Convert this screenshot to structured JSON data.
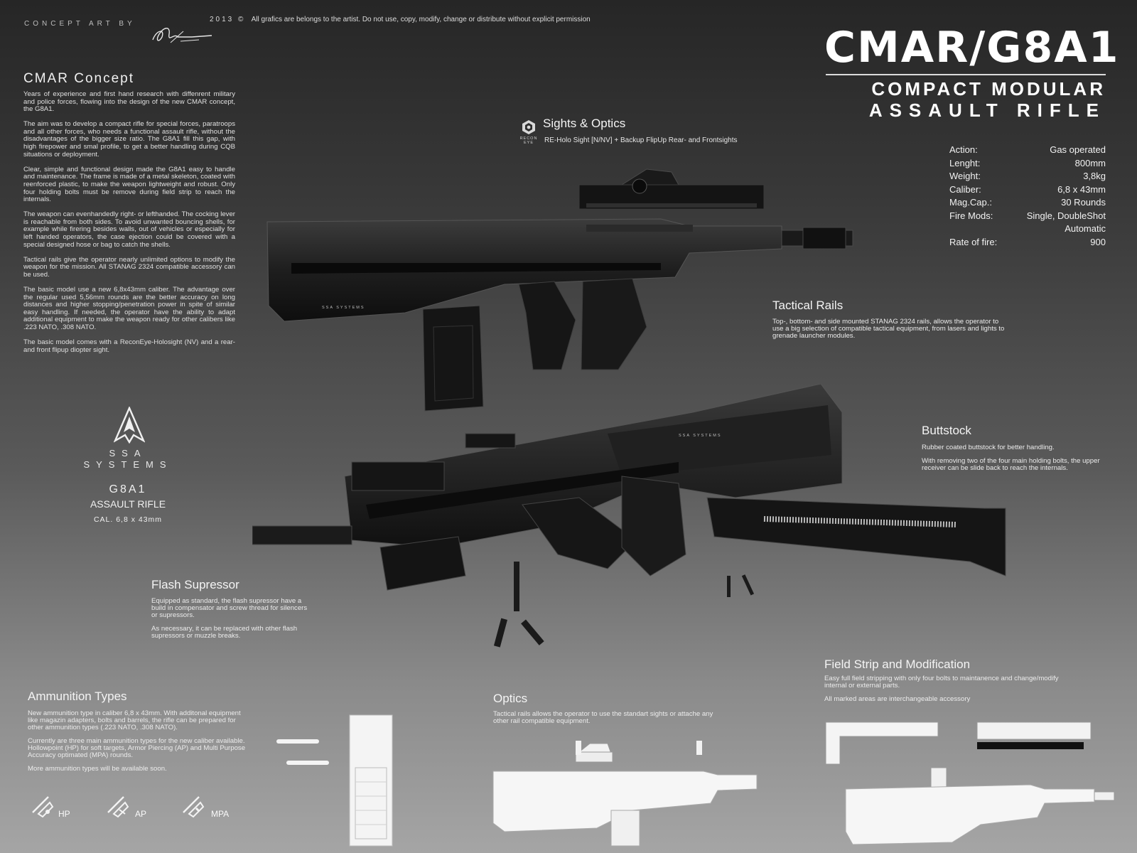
{
  "header": {
    "credit": "CONCEPT ART BY",
    "copyright_year": "2013 ©",
    "copyright_text": "All grafics are  belongs to the artist.  Do not use, copy, modify, change or distribute without explicit permission"
  },
  "title": {
    "main": "CMAR/G8A1",
    "line1": "COMPACT MODULAR",
    "line2": "ASSAULT RIFLE"
  },
  "specs": [
    {
      "label": "Action:",
      "value": "Gas operated"
    },
    {
      "label": "Lenght:",
      "value": "800mm"
    },
    {
      "label": "Weight:",
      "value": "3,8kg"
    },
    {
      "label": "Caliber:",
      "value": "6,8 x 43mm"
    },
    {
      "label": "Mag.Cap.:",
      "value": "30 Rounds"
    },
    {
      "label": "Fire Mods:",
      "value": "Single, DoubleShot"
    },
    {
      "label": "",
      "value": "Automatic"
    },
    {
      "label": "Rate of fire:",
      "value": "900"
    }
  ],
  "concept": {
    "heading": "CMAR Concept",
    "paragraphs": [
      "Years of experience and first hand research with diffenrent military and police forces, flowing into the design of the new CMAR concept, the G8A1.",
      "The aim was to develop  a compact rifle for special forces, paratroops and all other forces, who needs a functional assault rifle, without the disadvantages of the bigger size ratio. The G8A1 fill this gap, with high firepower and smal profile, to get a better handling during CQB situations or deployment.",
      "Clear, simple and functional design made the G8A1 easy to handle and maintenance. The frame is made of a metal skeleton, coated with reenforced plastic, to make the weapon lightweight and robust. Only four holding bolts must be remove during field strip to reach the internals.",
      "The weapon can evenhandedly right- or lefthanded. The cocking lever is reachable from both sides. To avoid unwanted bouncing shells, for example while firering besides walls,  out of vehicles or especially for left handed operators, the case ejection could be covered with a special designed hose or bag to catch the shells.",
      "Tactical rails give the operator nearly unlimited options to modify the weapon for the mission. All STANAG 2324 compatible accessory can be used.",
      "The basic model use a new 6,8x43mm caliber. The advantage over the regular used 5,56mm rounds are the better accuracy on long distances and higher stopping/penetration power in spite of  similar easy handling. If needed, the operator have the ability to adapt additional equipment to make the weapon ready for other calibers like .223 NATO, .308 NATO.",
      "The basic model comes with a ReconEye-Holosight (NV) and a rear- and front flipup diopter sight."
    ]
  },
  "sights": {
    "title": "Sights & Optics",
    "brand_top": "RECON",
    "brand_bottom": "EYE",
    "text": "RE-Holo Sight [N/NV] + Backup  FlipUp Rear- and Frontsights"
  },
  "rails": {
    "title": "Tactical Rails",
    "text": "Top-, bottom- and side mounted STANAG 2324 rails, allows the operator to use a big selection of compatible tactical equipment, from lasers and lights to grenade launcher modules."
  },
  "buttstock": {
    "title": "Buttstock",
    "p1": "Rubber coated buttstock for better handling.",
    "p2": "With removing two of the four main holding bolts, the upper receiver can be slide back to reach the internals."
  },
  "flash": {
    "title": "Flash Supressor",
    "p1": "Equipped as standard, the flash supressor have a build in compensator and screw thread for silencers or supressors.",
    "p2": "As necessary, it can be replaced with other flash supressors or muzzle breaks."
  },
  "brand": {
    "name": "SSA SYSTEMS",
    "model": "G8A1",
    "type": "ASSAULT RIFLE",
    "caliber": "CAL. 6,8 x 43mm"
  },
  "rifle_markings": {
    "logo_text": "SSA SYSTEMS"
  },
  "ammo": {
    "title": "Ammunition Types",
    "paragraphs": [
      "New ammunition type in caliber 6,8 x 43mm. With additonal equipment like magazin adapters, bolts and barrels, the rifle can be prepared for other ammunition types (.223 NATO, .308 NATO).",
      "Currently are three main ammunition types for the new caliber available. Hollowpoint (HP) for soft targets, Armor Piercing (AP) and Multi Purpose Accuracy optimated (MPA) rounds.",
      "More ammunition types will be available soon."
    ],
    "types": [
      "HP",
      "AP",
      "MPA"
    ]
  },
  "optics": {
    "title": "Optics",
    "text": "Tactical rails allows the operator to use the standart sights or attache any other rail compatible equipment."
  },
  "fieldstrip": {
    "title": "Field Strip and Modification",
    "p1": "Easy full field stripping with only four bolts to maintanence  and change/modify internal or external parts.",
    "p2": "All marked areas are interchangeable accessory"
  }
}
